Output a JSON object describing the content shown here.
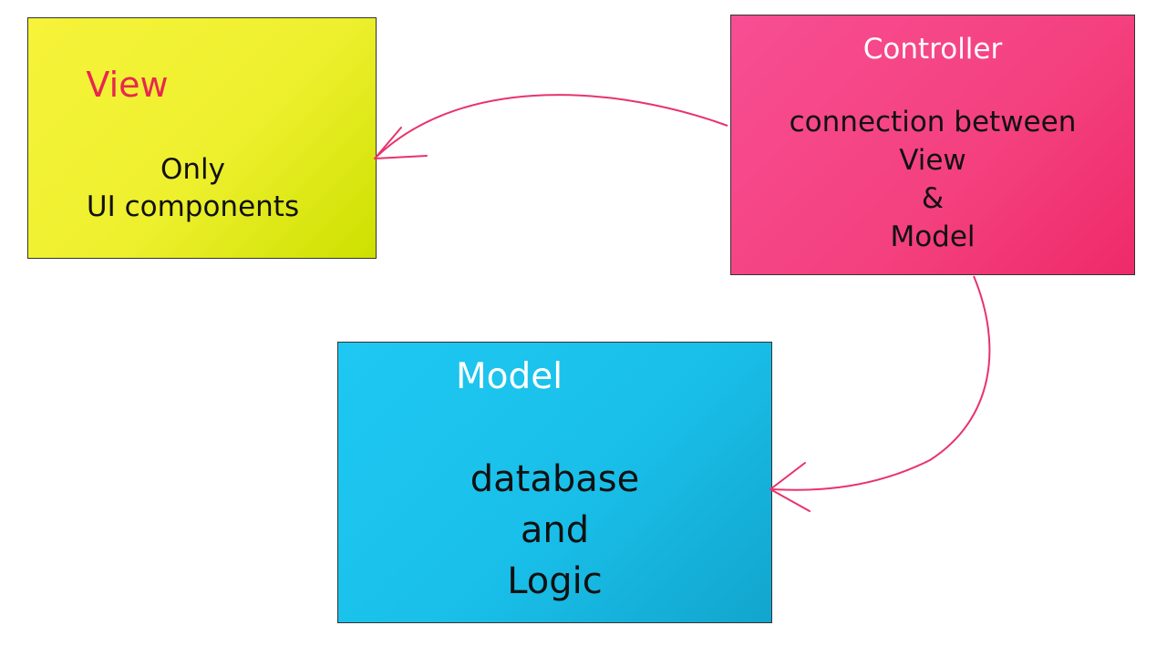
{
  "colors": {
    "arrow": "#e8336b",
    "view_fill": "#f2f230",
    "view_title": "#e8274f",
    "controller_fill": "#f4407e",
    "controller_title": "#ffffff",
    "model_fill": "#19bfe9",
    "model_title": "#ffffff",
    "body_text": "#111111"
  },
  "view": {
    "title": "View",
    "lines": [
      "Only",
      "UI components"
    ]
  },
  "controller": {
    "title": "Controller",
    "lines": [
      "connection between",
      "View",
      "&",
      "Model"
    ]
  },
  "model": {
    "title": "Model",
    "lines": [
      "database",
      "and",
      "Logic"
    ]
  },
  "arrows": [
    {
      "from": "controller",
      "to": "view"
    },
    {
      "from": "controller",
      "to": "model"
    }
  ]
}
